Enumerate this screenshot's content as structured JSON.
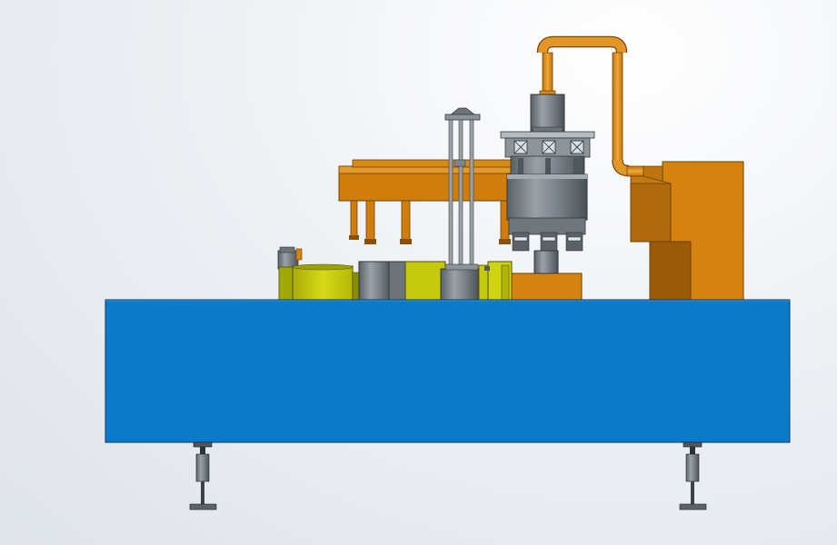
{
  "viewport": {
    "background": "#e9ecf1"
  },
  "colors": {
    "base_blue": "#0c79c9",
    "orange": "#d4840e",
    "orange_dark": "#a8620a",
    "orange_light": "#e49a2a",
    "yellow": "#c9cc0a",
    "steel": "#7e868d",
    "steel_dark": "#4f565c",
    "steel_light": "#a4abb1"
  },
  "model": {
    "parts": [
      "machine-base",
      "leveling-foot-left",
      "leveling-foot-right",
      "feeder-bowl",
      "rotary-turret",
      "duct-pipe",
      "dust-collector",
      "conveyor-arm",
      "guide-rods"
    ]
  }
}
